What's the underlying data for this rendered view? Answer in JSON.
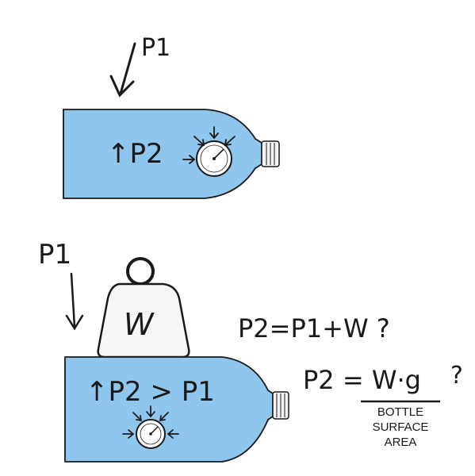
{
  "colors": {
    "water": "#8fc6ee",
    "ink": "#1a1a1a",
    "cap": "#f4f4f4",
    "gauge_face": "#ffffff",
    "weight_fill": "#f7f7f7"
  },
  "top_scene": {
    "outside_pressure": "P1",
    "inside_pressure": "↑P2",
    "gauge_icon": "pressure-gauge-icon"
  },
  "bottom_scene": {
    "outside_pressure": "P1",
    "weight_symbol": "W",
    "inside_relation": "↑P2 > P1",
    "gauge_icon": "pressure-gauge-icon",
    "hypothesis_1": "P2=P1+W ?",
    "hypothesis_2_numerator": "P2 = W·g",
    "hypothesis_2_mark": "?",
    "denominator_line_1": "BOTTLE",
    "denominator_line_2": "SURFACE",
    "denominator_line_3": "AREA"
  }
}
